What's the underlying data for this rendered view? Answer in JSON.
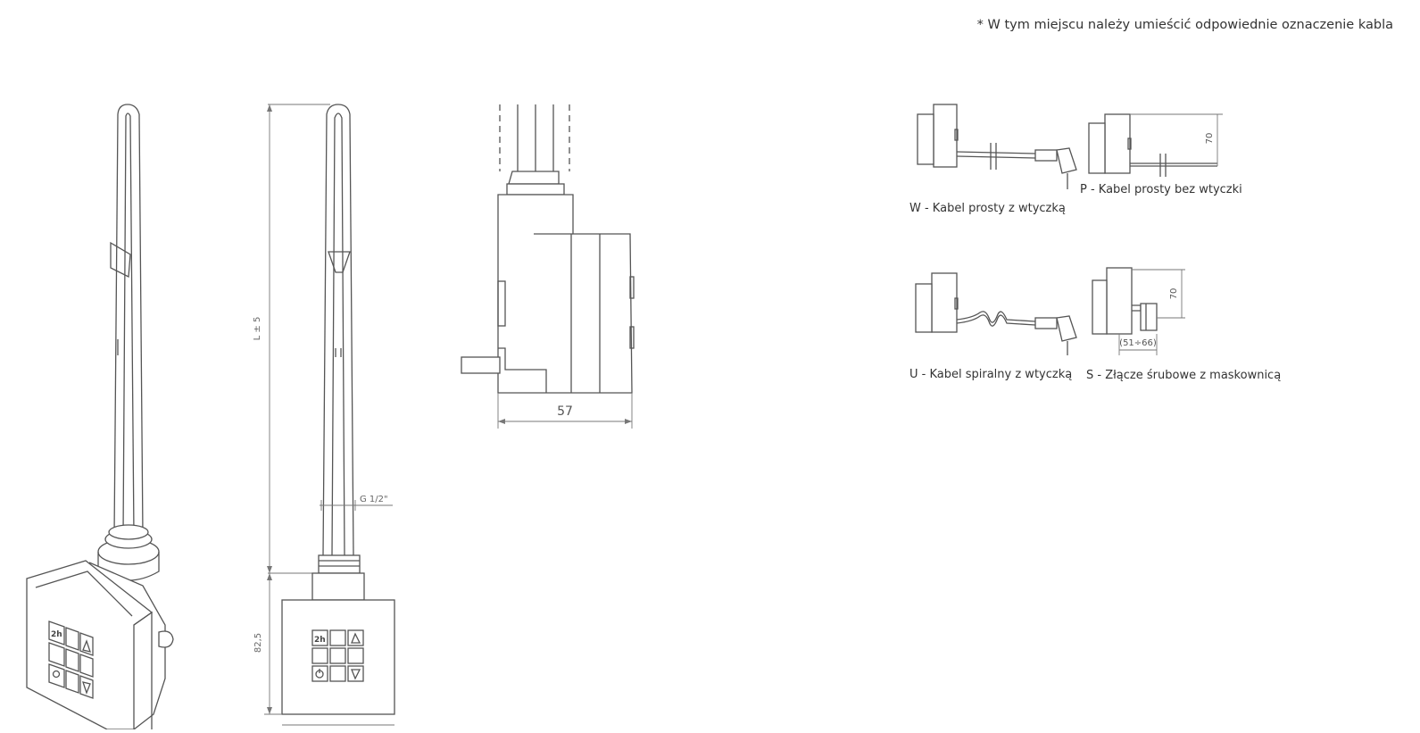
{
  "note": "* W tym miejscu należy umieścić odpowiednie oznaczenie kabla",
  "dimensions": {
    "length": "L ± 5",
    "thread": "G 1/2\"",
    "height": "82,5",
    "side_width": "57",
    "plug_height": "70",
    "plug_height_s": "70",
    "range": "(51÷66)"
  },
  "button_labels": {
    "timer": "2h"
  },
  "cable_options": [
    {
      "code": "W",
      "label": "W - Kabel prosty z wtyczką"
    },
    {
      "code": "P",
      "label": "P - Kabel prosty bez wtyczki"
    },
    {
      "code": "U",
      "label": "U - Kabel spiralny z wtyczką"
    },
    {
      "code": "S",
      "label": "S - Złącze śrubowe z maskownicą"
    }
  ]
}
